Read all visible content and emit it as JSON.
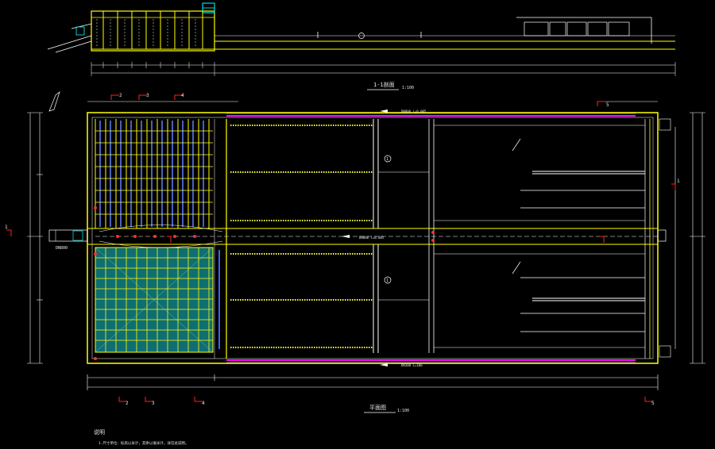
{
  "drawing": {
    "section_title": "1-1剖面",
    "section_scale": "1:100",
    "plan_title": "平面图",
    "plan_scale": "1:100",
    "note_heading": "说明",
    "note_text": "1.尺寸单位：标高以米计，其余以毫米计，详见总说明。",
    "section_marks": [
      "1",
      "2",
      "3",
      "4",
      "5"
    ],
    "circled_marks": [
      "1"
    ],
    "pipe_labels": [
      "DN800 i=0.005",
      "DN300 L=10m"
    ],
    "inlet_label": "DN800",
    "colors": {
      "background": "#000000",
      "wall": "#ffff00",
      "dimension": "#ffffff",
      "pipe_cyan": "#00ffff",
      "pipe_magenta": "#ff00ff",
      "section_mark": "#ff2020",
      "filter_fill": "#1aa7a7",
      "blue_line": "#4060ff"
    }
  }
}
